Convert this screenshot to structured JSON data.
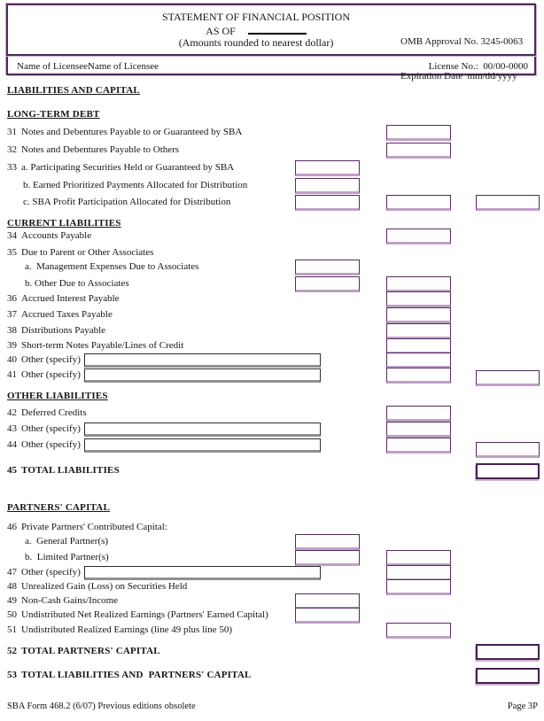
{
  "header": {
    "title": "STATEMENT OF FINANCIAL POSITION",
    "as_of_label": "AS OF",
    "subtitle": "(Amounts rounded to nearest dollar)",
    "omb_approval": "OMB Approval No. 3245-0063",
    "expiration": "Expiration Date  mm/dd/yyyy",
    "licensee_label": "Name of Licensee:",
    "licensee_value": "Name of Licensee",
    "license_no": "License No.:  00/00-0000"
  },
  "headings": {
    "main": "LIABILITIES AND CAPITAL",
    "long_term_debt": "LONG-TERM DEBT",
    "current_liabilities": "CURRENT LIABILITIES",
    "other_liabilities": "OTHER LIABILITIES",
    "partners_capital": "PARTNERS' CAPITAL"
  },
  "rows": [
    {
      "num": "31",
      "label": "Notes and Debentures Payable to or Guaranteed by SBA"
    },
    {
      "num": "32",
      "label": "Notes and Debentures Payable to Others"
    },
    {
      "num": "33",
      "label": "a. Participating Securities Held or Guaranteed by SBA"
    },
    {
      "num": "",
      "label": "b. Earned Prioritized Payments Allocated for Distribution"
    },
    {
      "num": "",
      "label": "c. SBA Profit Participation Allocated for Distribution"
    },
    {
      "num": "34",
      "label": "Accounts Payable"
    },
    {
      "num": "35",
      "label": "Due to Parent or Other Associates"
    },
    {
      "num": "",
      "label": "a.  Management Expenses Due to Associates"
    },
    {
      "num": "",
      "label": "b. Other Due to Associates"
    },
    {
      "num": "36",
      "label": "Accrued Interest Payable"
    },
    {
      "num": "37",
      "label": "Accrued Taxes Payable"
    },
    {
      "num": "38",
      "label": "Distributions Payable"
    },
    {
      "num": "39",
      "label": "Short-term Notes Payable/Lines of Credit"
    },
    {
      "num": "40",
      "label": "Other (specify)"
    },
    {
      "num": "41",
      "label": "Other (specify)"
    },
    {
      "num": "42",
      "label": "Deferred Credits"
    },
    {
      "num": "43",
      "label": "Other (specify)"
    },
    {
      "num": "44",
      "label": "Other (specify)"
    },
    {
      "num": "45",
      "label": "TOTAL LIABILITIES"
    },
    {
      "num": "46",
      "label": "Private Partners' Contributed Capital:"
    },
    {
      "num": "",
      "label": "a.  General Partner(s)"
    },
    {
      "num": "",
      "label": "b.  Limited Partner(s)"
    },
    {
      "num": "47",
      "label": "Other (specify)"
    },
    {
      "num": "48",
      "label": "Unrealized Gain (Loss) on Securities Held"
    },
    {
      "num": "49",
      "label": "Non-Cash Gains/Income"
    },
    {
      "num": "50",
      "label": "Undistributed Net Realized Earnings (Partners' Earned Capital)"
    },
    {
      "num": "51",
      "label": "Undistributed Realized Earnings (line 49 plus line 50)"
    },
    {
      "num": "52",
      "label": "TOTAL PARTNERS' CAPITAL"
    },
    {
      "num": "53",
      "label": "TOTAL LIABILITIES AND  PARTNERS' CAPITAL"
    }
  ],
  "fields": {
    "amount_value": "",
    "specify_value": ""
  },
  "footer": {
    "left": "SBA Form 468.2 (6/07) Previous editions obsolete",
    "right": "Page 3P"
  },
  "colors": {
    "field_border": "#572960",
    "field_border_light": "#bfa0c6",
    "header_border": "#4f2a58",
    "specify_border": "#2e2e2e"
  }
}
